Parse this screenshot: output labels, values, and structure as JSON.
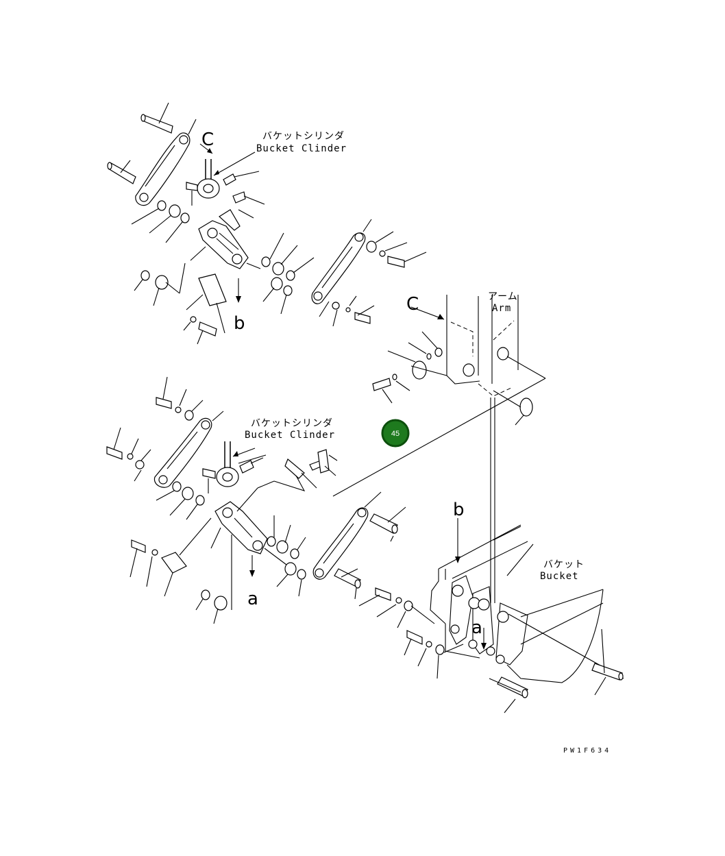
{
  "labels": {
    "cyl_top_jp": "バケットシリンダ",
    "cyl_top_en": "Bucket Clinder",
    "cyl_bot_jp": "バケットシリンダ",
    "cyl_bot_en": "Bucket Clinder",
    "arm_jp": "アーム",
    "arm_en": "Arm",
    "bucket_jp": "バケット",
    "bucket_en": "Bucket",
    "view_c1": "C",
    "view_c2": "C",
    "view_b1": "b",
    "view_b2": "b",
    "view_a1": "a",
    "view_a2": "a",
    "drawing_code": "PW1F634"
  },
  "badge": {
    "number": "45",
    "color": "#1e7a1e",
    "ring": "#0d4f0d"
  }
}
